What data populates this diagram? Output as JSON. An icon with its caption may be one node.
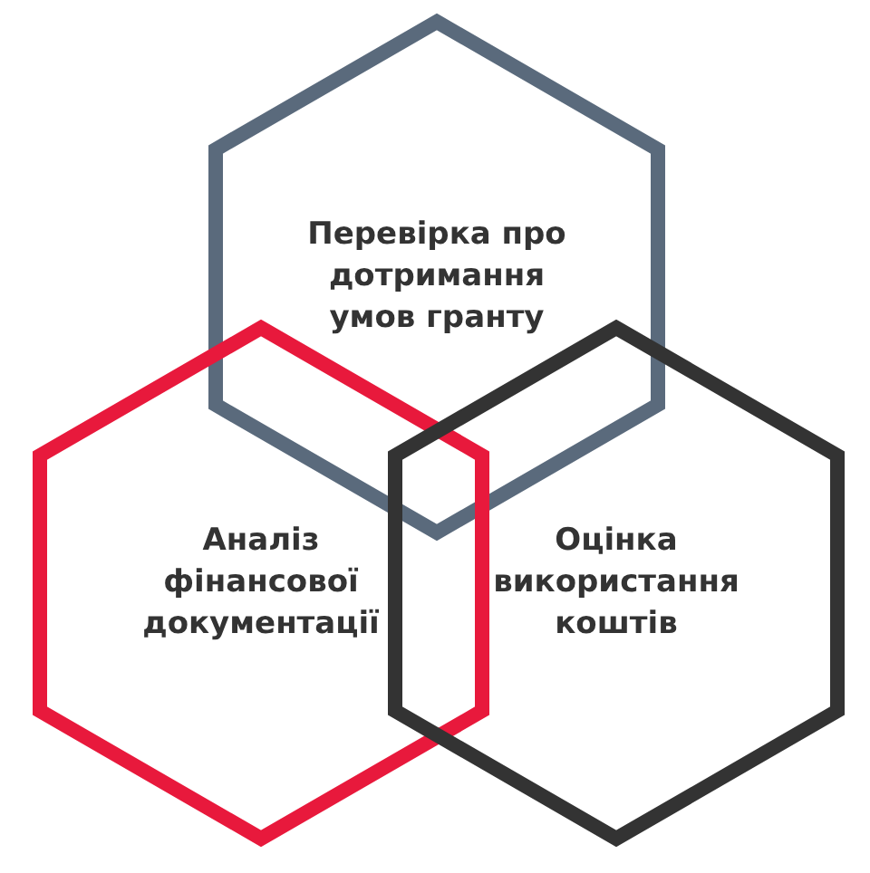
{
  "diagram": {
    "nodes": [
      {
        "text": [
          "Перевірка про дотримання умов гранту"
        ]
      },
      {
        "text": [
          "Аналіз фінансової документації"
        ]
      },
      {
        "text": [
          "Оцінка використання коштів"
        ]
      }
    ]
  }
}
